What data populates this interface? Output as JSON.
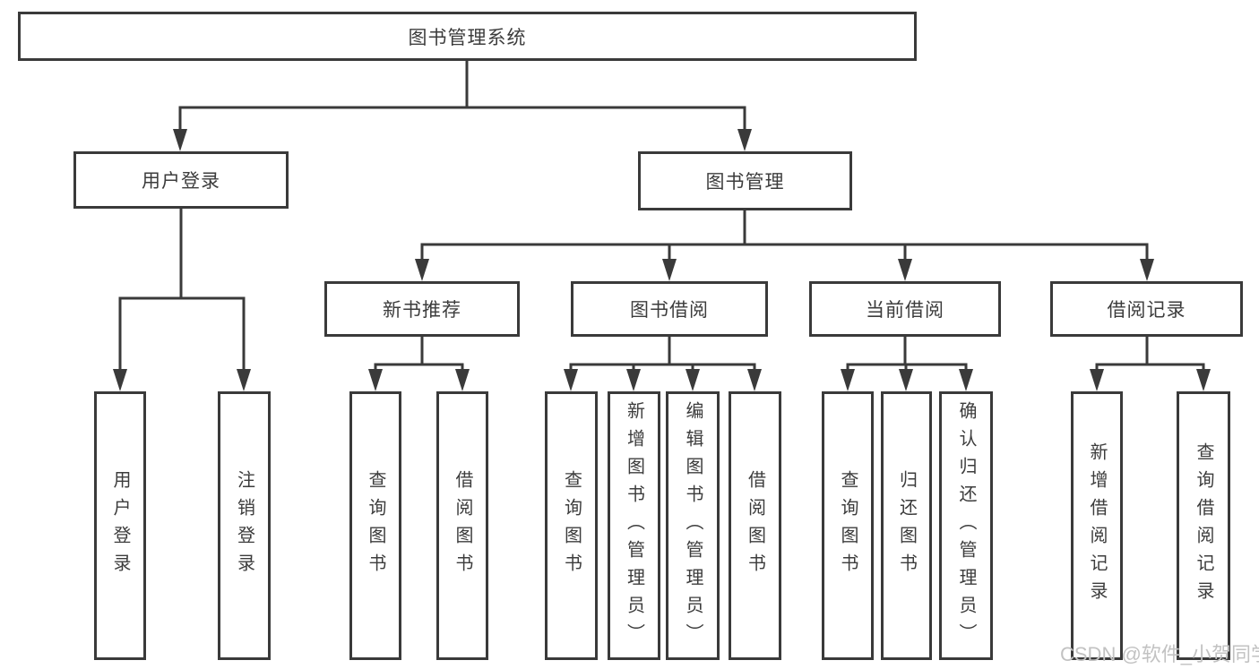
{
  "diagram": {
    "title_node": "图书管理系统",
    "nodes": {
      "root": "图书管理系统",
      "user_login": "用户登录",
      "book_management": "图书管理",
      "new_book_recommend": "新书推荐",
      "book_borrowing": "图书借阅",
      "current_borrowing": "当前借阅",
      "borrowing_records": "借阅记录",
      "leaf_user_login": "用户登录",
      "leaf_logout": "注销登录",
      "leaf_query_books_1": "查询图书",
      "leaf_borrow_books_1": "借阅图书",
      "leaf_query_books_2": "查询图书",
      "leaf_add_book_admin": "新增图书（管理员）",
      "leaf_edit_book_admin": "编辑图书（管理员）",
      "leaf_borrow_books_2": "借阅图书",
      "leaf_query_books_3": "查询图书",
      "leaf_return_book": "归还图书",
      "leaf_confirm_return_admin": "确认归还（管理员）",
      "leaf_add_borrow_record": "新增借阅记录",
      "leaf_query_borrow_record": "查询借阅记录"
    },
    "edges": [
      {
        "from": "root",
        "to": "user_login"
      },
      {
        "from": "root",
        "to": "book_management"
      },
      {
        "from": "user_login",
        "to": "leaf_user_login"
      },
      {
        "from": "user_login",
        "to": "leaf_logout"
      },
      {
        "from": "book_management",
        "to": "new_book_recommend"
      },
      {
        "from": "book_management",
        "to": "book_borrowing"
      },
      {
        "from": "book_management",
        "to": "current_borrowing"
      },
      {
        "from": "book_management",
        "to": "borrowing_records"
      },
      {
        "from": "new_book_recommend",
        "to": "leaf_query_books_1"
      },
      {
        "from": "new_book_recommend",
        "to": "leaf_borrow_books_1"
      },
      {
        "from": "book_borrowing",
        "to": "leaf_query_books_2"
      },
      {
        "from": "book_borrowing",
        "to": "leaf_add_book_admin"
      },
      {
        "from": "book_borrowing",
        "to": "leaf_edit_book_admin"
      },
      {
        "from": "book_borrowing",
        "to": "leaf_borrow_books_2"
      },
      {
        "from": "current_borrowing",
        "to": "leaf_query_books_3"
      },
      {
        "from": "current_borrowing",
        "to": "leaf_return_book"
      },
      {
        "from": "current_borrowing",
        "to": "leaf_confirm_return_admin"
      },
      {
        "from": "borrowing_records",
        "to": "leaf_add_borrow_record"
      },
      {
        "from": "borrowing_records",
        "to": "leaf_query_borrow_record"
      }
    ],
    "colors": {
      "stroke": "#3a3a3a",
      "text": "#3c3c3c",
      "background": "#ffffff",
      "watermark_text": "#c2c2c2"
    }
  },
  "watermark": {
    "text": "CSDN @软件_小贺同学"
  }
}
